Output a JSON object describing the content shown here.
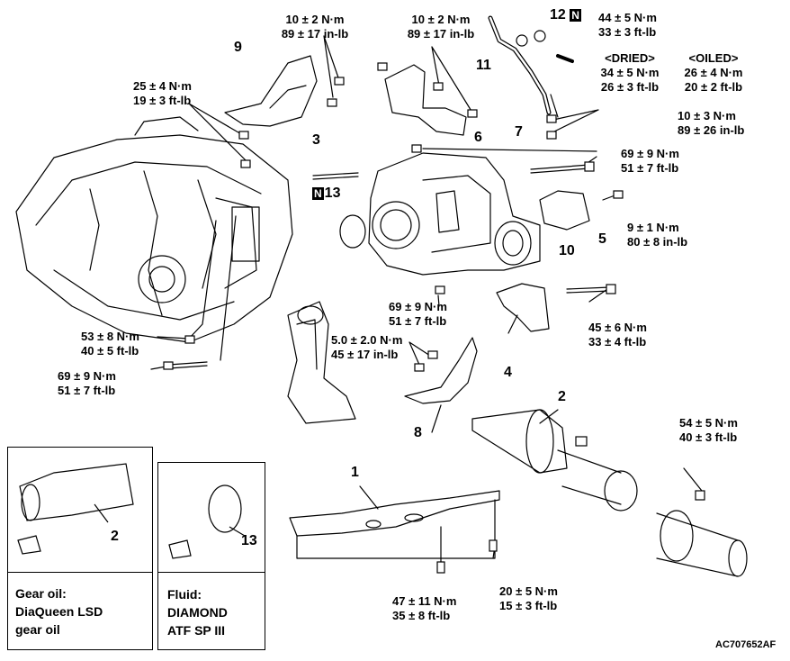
{
  "callouts": {
    "p1": "1",
    "p2": "2",
    "p3": "3",
    "p4": "4",
    "p5": "5",
    "p6": "6",
    "p7": "7",
    "p8": "8",
    "p9": "9",
    "p10": "10",
    "p11": "11",
    "p12": "12",
    "p13": "13",
    "n_badge": "N"
  },
  "torques": {
    "t9_top": {
      "l1": "10 ± 2 N·m",
      "l2": "89 ± 17 in-lb"
    },
    "t6_top": {
      "l1": "10 ± 2 N·m",
      "l2": "89 ± 17 in-lb"
    },
    "t12": {
      "l1": "44 ± 5 N·m",
      "l2": "33 ± 3 ft-lb"
    },
    "t_left25": {
      "l1": "25 ± 4 N·m",
      "l2": "19 ± 3 ft-lb"
    },
    "dried": {
      "head": "<DRIED>",
      "l1": "34 ± 5 N·m",
      "l2": "26 ± 3 ft-lb"
    },
    "oiled": {
      "head": "<OILED>",
      "l1": "26 ± 4 N·m",
      "l2": "20 ± 2 ft-lb"
    },
    "t7": {
      "l1": "10 ± 3 N·m",
      "l2": "89 ± 26 in-lb"
    },
    "t_right69": {
      "l1": "69 ± 9 N·m",
      "l2": "51 ± 7 ft-lb"
    },
    "t5": {
      "l1": "9 ± 1 N·m",
      "l2": "80 ± 8 in-lb"
    },
    "t_mid69": {
      "l1": "69 ± 9 N·m",
      "l2": "51 ± 7 ft-lb"
    },
    "t4": {
      "l1": "45 ± 6 N·m",
      "l2": "33 ± 4 ft-lb"
    },
    "t53": {
      "l1": "53 ± 8 N·m",
      "l2": "40 ± 5 ft-lb"
    },
    "t8": {
      "l1": "5.0 ± 2.0 N·m",
      "l2": "45 ± 17 in-lb"
    },
    "t_left69": {
      "l1": "69 ± 9 N·m",
      "l2": "51 ± 7 ft-lb"
    },
    "t2": {
      "l1": "54 ± 5 N·m",
      "l2": "40 ± 3 ft-lb"
    },
    "t47": {
      "l1": "47 ± 11 N·m",
      "l2": "35 ± 8 ft-lb"
    },
    "t20": {
      "l1": "20 ± 5 N·m",
      "l2": "15 ± 3 ft-lb"
    }
  },
  "panels": {
    "left": {
      "number": "2",
      "line1": "Gear oil:",
      "line2": "DiaQueen LSD",
      "line3": "gear oil"
    },
    "right": {
      "number": "13",
      "line1": "Fluid:",
      "line2": "DIAMOND",
      "line3": "ATF SP III"
    }
  },
  "figure_code": "AC707652AF"
}
